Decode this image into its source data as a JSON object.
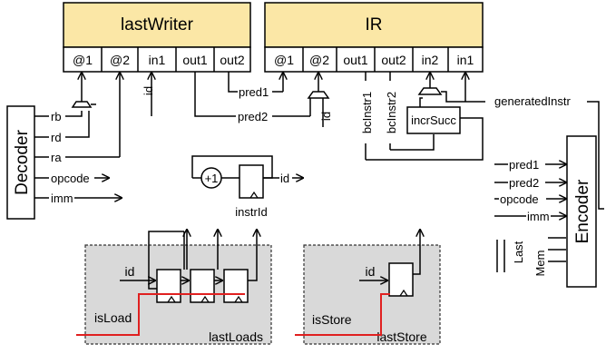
{
  "diagram": {
    "last_writer": {
      "title": "lastWriter",
      "ports": [
        "@1",
        "@2",
        "in1",
        "out1",
        "out2"
      ]
    },
    "ir": {
      "title": "IR",
      "ports": [
        "@1",
        "@2",
        "out1",
        "out2",
        "in2",
        "in1"
      ]
    },
    "decoder": {
      "title": "Decoder",
      "signals": [
        "rb",
        "rd",
        "ra",
        "opcode",
        "imm"
      ]
    },
    "encoder": {
      "title": "Encoder",
      "inputs": [
        "pred1",
        "pred2",
        "opcode",
        "imm"
      ],
      "bottom_inputs": [
        "Last",
        "Mem"
      ]
    },
    "incr_succ": "incrSucc",
    "generated_instr": "generatedInstr",
    "wires": {
      "id": "id",
      "pred1": "pred1",
      "pred2": "pred2",
      "bc_instr1": "bcInstr1",
      "bc_instr2": "bcInstr2"
    },
    "counter": {
      "increment": "+1",
      "register": "instrId",
      "output": "id"
    },
    "last_loads": {
      "name": "lastLoads",
      "input": "id",
      "enable": "isLoad"
    },
    "last_store": {
      "name": "lastStore",
      "input": "id",
      "enable": "isStore"
    }
  }
}
